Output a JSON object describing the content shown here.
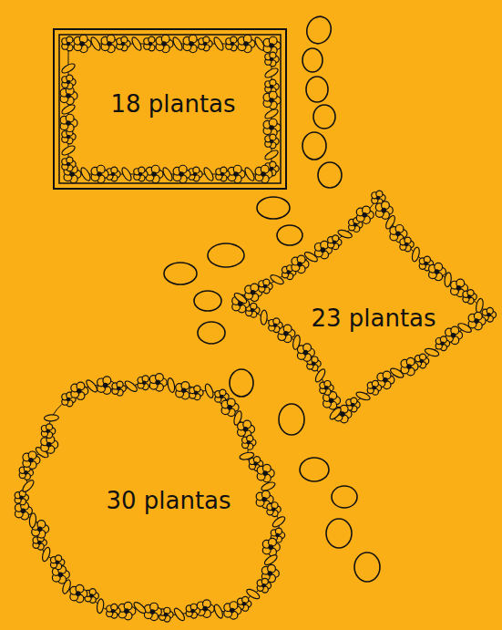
{
  "diagram": {
    "nodes": [
      {
        "text": [
          "18 plantas"
        ]
      },
      {
        "text": [
          "23 plantas"
        ]
      },
      {
        "text": [
          "30 plantas"
        ]
      }
    ]
  }
}
